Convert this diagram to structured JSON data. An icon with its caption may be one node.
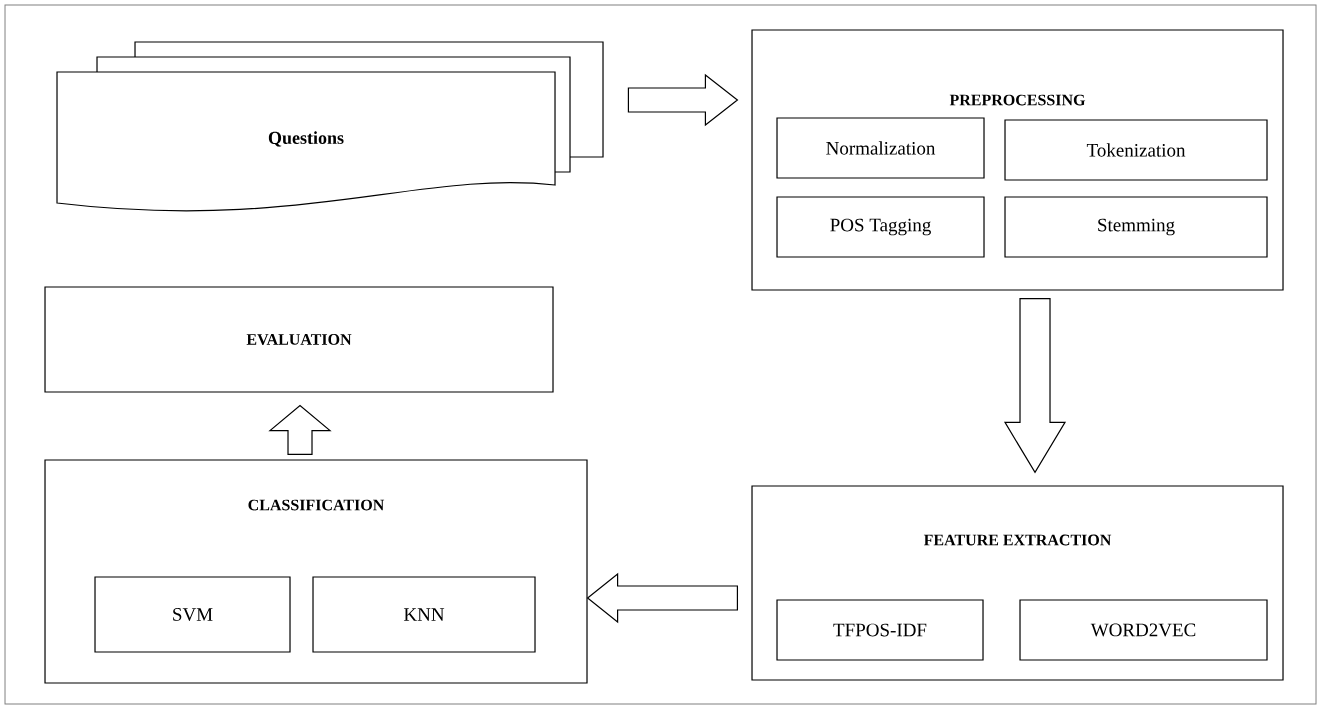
{
  "diagram": {
    "nodes": [
      {
        "text": [
          "Questions"
        ]
      },
      {
        "text": [
          "PREPROCESSING"
        ]
      },
      {
        "text": [
          "Normalization"
        ],
        "in": 1
      },
      {
        "text": [
          "Tokenization"
        ],
        "in": 1
      },
      {
        "text": [
          "POS Tagging"
        ],
        "in": 1
      },
      {
        "text": [
          "Stemming"
        ],
        "in": 1
      },
      {
        "text": [
          "EVALUATION"
        ]
      },
      {
        "text": [
          "CLASSIFICATION"
        ]
      },
      {
        "text": [
          "SVM"
        ],
        "in": 7
      },
      {
        "text": [
          "KNN"
        ],
        "in": 7
      },
      {
        "text": [
          "FEATURE EXTRACTION"
        ]
      },
      {
        "text": [
          "TFPOS-IDF"
        ],
        "in": 10
      },
      {
        "text": [
          "WORD2VEC"
        ],
        "in": 10
      }
    ],
    "edges": [
      {
        "from": 0,
        "to": 1,
        "arrow": "to"
      },
      {
        "from": 1,
        "to": 10,
        "arrow": "to"
      },
      {
        "from": 10,
        "to": 7,
        "arrow": "to"
      },
      {
        "from": 7,
        "to": 6,
        "arrow": "to"
      }
    ]
  }
}
